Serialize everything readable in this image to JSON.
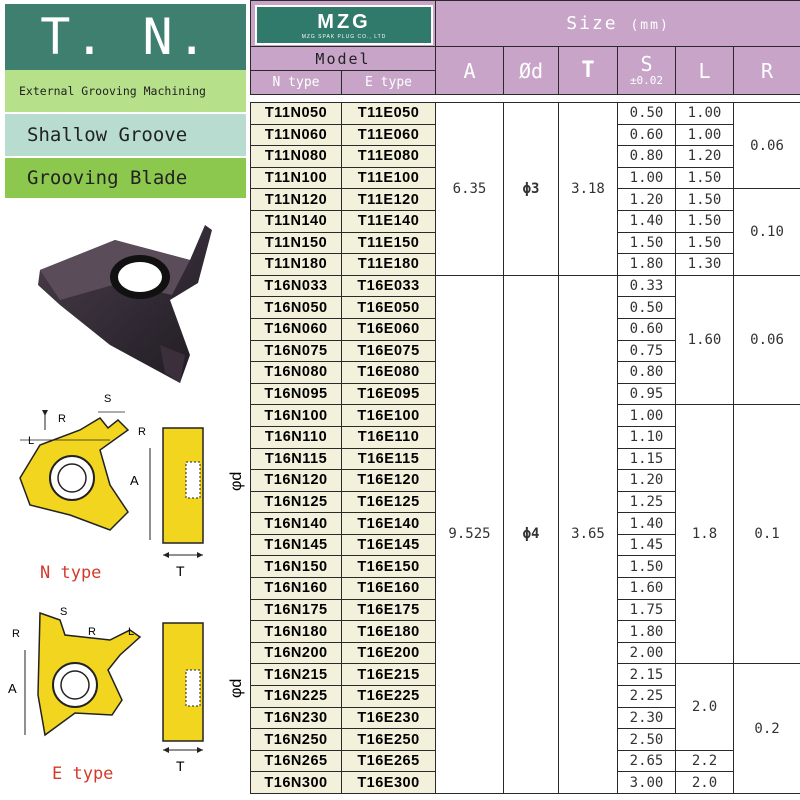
{
  "left": {
    "title": "T. N.",
    "subtitle": "External Grooving Machining",
    "shallow": "Shallow Groove",
    "blade": "Grooving Blade",
    "n_type": "N type",
    "e_type": "E type",
    "dim_labels": {
      "L": "L",
      "R": "R",
      "S": "S",
      "A": "A",
      "T": "T",
      "phi_d": "φd"
    }
  },
  "header": {
    "brand": "MZG",
    "brand_sub": "MZG SPAK PLUG CO., LTD",
    "size_label": "Size",
    "size_unit": "(mm)",
    "model_label": "Model",
    "n_type": "N type",
    "e_type": "E type",
    "col_A": "A",
    "col_d": "Ød",
    "col_T": "T",
    "col_S": "S",
    "col_S_tol": "±0.02",
    "col_L": "L",
    "col_R": "R"
  },
  "groups": {
    "g1": {
      "A": "6.35",
      "d": "ϕ3",
      "T": "3.18"
    },
    "g2": {
      "A": "9.525",
      "d": "ϕ4",
      "T": "3.65"
    }
  },
  "L_values": {
    "r0": "1.00",
    "r1": "1.00",
    "r2": "1.20",
    "r3": "1.50",
    "r4": "1.50",
    "r5": "1.50",
    "r6": "1.50",
    "r7": "1.30",
    "g16a": "1.60",
    "g16b": "1.8",
    "g16c": "2.0",
    "r30": "2.2",
    "r31": "2.0"
  },
  "R_values": {
    "a": "0.06",
    "b": "0.10",
    "c": "0.06",
    "d": "0.1",
    "e": "0.2"
  },
  "rows": [
    {
      "n": "T11N050",
      "e": "T11E050",
      "s": "0.50"
    },
    {
      "n": "T11N060",
      "e": "T11E060",
      "s": "0.60"
    },
    {
      "n": "T11N080",
      "e": "T11E080",
      "s": "0.80"
    },
    {
      "n": "T11N100",
      "e": "T11E100",
      "s": "1.00"
    },
    {
      "n": "T11N120",
      "e": "T11E120",
      "s": "1.20"
    },
    {
      "n": "T11N140",
      "e": "T11E140",
      "s": "1.40"
    },
    {
      "n": "T11N150",
      "e": "T11E150",
      "s": "1.50"
    },
    {
      "n": "T11N180",
      "e": "T11E180",
      "s": "1.80"
    },
    {
      "n": "T16N033",
      "e": "T16E033",
      "s": "0.33"
    },
    {
      "n": "T16N050",
      "e": "T16E050",
      "s": "0.50"
    },
    {
      "n": "T16N060",
      "e": "T16E060",
      "s": "0.60"
    },
    {
      "n": "T16N075",
      "e": "T16E075",
      "s": "0.75"
    },
    {
      "n": "T16N080",
      "e": "T16E080",
      "s": "0.80"
    },
    {
      "n": "T16N095",
      "e": "T16E095",
      "s": "0.95"
    },
    {
      "n": "T16N100",
      "e": "T16E100",
      "s": "1.00"
    },
    {
      "n": "T16N110",
      "e": "T16E110",
      "s": "1.10"
    },
    {
      "n": "T16N115",
      "e": "T16E115",
      "s": "1.15"
    },
    {
      "n": "T16N120",
      "e": "T16E120",
      "s": "1.20"
    },
    {
      "n": "T16N125",
      "e": "T16E125",
      "s": "1.25"
    },
    {
      "n": "T16N140",
      "e": "T16E140",
      "s": "1.40"
    },
    {
      "n": "T16N145",
      "e": "T16E145",
      "s": "1.45"
    },
    {
      "n": "T16N150",
      "e": "T16E150",
      "s": "1.50"
    },
    {
      "n": "T16N160",
      "e": "T16E160",
      "s": "1.60"
    },
    {
      "n": "T16N175",
      "e": "T16E175",
      "s": "1.75"
    },
    {
      "n": "T16N180",
      "e": "T16E180",
      "s": "1.80"
    },
    {
      "n": "T16N200",
      "e": "T16E200",
      "s": "2.00"
    },
    {
      "n": "T16N215",
      "e": "T16E215",
      "s": "2.15"
    },
    {
      "n": "T16N225",
      "e": "T16E225",
      "s": "2.25"
    },
    {
      "n": "T16N230",
      "e": "T16E230",
      "s": "2.30"
    },
    {
      "n": "T16N250",
      "e": "T16E250",
      "s": "2.50"
    },
    {
      "n": "T16N265",
      "e": "T16E265",
      "s": "2.65"
    },
    {
      "n": "T16N300",
      "e": "T16E300",
      "s": "3.00"
    }
  ]
}
